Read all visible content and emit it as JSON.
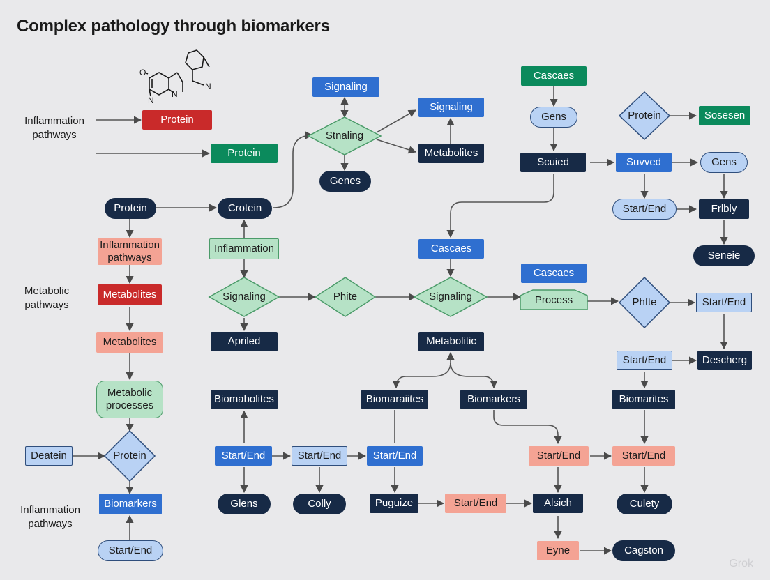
{
  "title": "Complex pathology through biomarkers",
  "watermark": "Grok",
  "side_labels": {
    "inflammation_top": "Inflammation\npathways",
    "metabolic": "Metabolic\npathways",
    "inflammation_bottom": "Inflammation\npathways"
  },
  "molecule_atoms": {
    "o": "O",
    "n1": "N",
    "n2": "N",
    "n3": "N"
  },
  "nodes": [
    {
      "id": "protein_red",
      "label": "Protein",
      "color": "red"
    },
    {
      "id": "protein_green",
      "label": "Protein",
      "color": "green"
    },
    {
      "id": "protein_pill",
      "label": "Protein",
      "color": "navy"
    },
    {
      "id": "crotein",
      "label": "Crotein",
      "color": "navy"
    },
    {
      "id": "signaling_top",
      "label": "Signaling",
      "color": "blue"
    },
    {
      "id": "stnaling",
      "label": "Stnaling",
      "color": "mint"
    },
    {
      "id": "genes_mid",
      "label": "Genes",
      "color": "navy"
    },
    {
      "id": "signaling_right",
      "label": "Signaling",
      "color": "blue"
    },
    {
      "id": "metabolites_top",
      "label": "Metabolites",
      "color": "navy"
    },
    {
      "id": "cascaes_green",
      "label": "Cascaes",
      "color": "green"
    },
    {
      "id": "gens_light",
      "label": "Gens",
      "color": "light"
    },
    {
      "id": "scuied",
      "label": "Scuied",
      "color": "navy"
    },
    {
      "id": "protein_diamond_tr",
      "label": "Protein",
      "color": "light"
    },
    {
      "id": "sosesen",
      "label": "Sosesen",
      "color": "green"
    },
    {
      "id": "suvved",
      "label": "Suvved",
      "color": "blue"
    },
    {
      "id": "gens_tr",
      "label": "Gens",
      "color": "light"
    },
    {
      "id": "start_end_tr",
      "label": "Start/End",
      "color": "light"
    },
    {
      "id": "frlbly",
      "label": "Frlbly",
      "color": "navy"
    },
    {
      "id": "seneie",
      "label": "Seneie",
      "color": "navy"
    },
    {
      "id": "inflammation_pathways_box",
      "label": "Inflammation\npathways",
      "color": "salmon"
    },
    {
      "id": "inflammation_mint",
      "label": "Inflammation",
      "color": "mint"
    },
    {
      "id": "cascaes_blue_mid",
      "label": "Cascaes",
      "color": "blue"
    },
    {
      "id": "cascaes_blue_right",
      "label": "Cascaes",
      "color": "blue"
    },
    {
      "id": "metabolites_red",
      "label": "Metabolites",
      "color": "red"
    },
    {
      "id": "signaling_diamond_1",
      "label": "Signaling",
      "color": "mint"
    },
    {
      "id": "phite_1",
      "label": "Phite",
      "color": "mint"
    },
    {
      "id": "signaling_diamond_2",
      "label": "Signaling",
      "color": "mint"
    },
    {
      "id": "process",
      "label": "Process",
      "color": "mint"
    },
    {
      "id": "phfte",
      "label": "Phfte",
      "color": "light"
    },
    {
      "id": "start_end_r1",
      "label": "Start/End",
      "color": "light"
    },
    {
      "id": "metabolites_salmon",
      "label": "Metabolites",
      "color": "salmon"
    },
    {
      "id": "apriled",
      "label": "Apriled",
      "color": "navy"
    },
    {
      "id": "metabolitic",
      "label": "Metabolitic",
      "color": "navy"
    },
    {
      "id": "start_end_r2",
      "label": "Start/End",
      "color": "light"
    },
    {
      "id": "descherg",
      "label": "Descherg",
      "color": "navy"
    },
    {
      "id": "metabolic_processes",
      "label": "Metabolic\nprocesses",
      "color": "mint"
    },
    {
      "id": "biomabolites",
      "label": "Biomabolites",
      "color": "navy"
    },
    {
      "id": "biomaraiites",
      "label": "Biomaraiites",
      "color": "navy"
    },
    {
      "id": "biomarkers_navy",
      "label": "Biomarkers",
      "color": "navy"
    },
    {
      "id": "biomarites",
      "label": "Biomarites",
      "color": "navy"
    },
    {
      "id": "deatein",
      "label": "Deatein",
      "color": "light"
    },
    {
      "id": "protein_diamond_bl",
      "label": "Protein",
      "color": "light"
    },
    {
      "id": "start_end_b1",
      "label": "Start/End",
      "color": "blue"
    },
    {
      "id": "start_end_b2",
      "label": "Start/End",
      "color": "light"
    },
    {
      "id": "start_end_b3",
      "label": "Start/End",
      "color": "blue"
    },
    {
      "id": "start_end_b4",
      "label": "Start/End",
      "color": "salmon"
    },
    {
      "id": "start_end_b5",
      "label": "Start/End",
      "color": "salmon"
    },
    {
      "id": "biomarkers_blue",
      "label": "Biomarkers",
      "color": "blue"
    },
    {
      "id": "glens",
      "label": "Glens",
      "color": "navy"
    },
    {
      "id": "colly",
      "label": "Colly",
      "color": "navy"
    },
    {
      "id": "puguize",
      "label": "Puguize",
      "color": "navy"
    },
    {
      "id": "start_end_b6",
      "label": "Start/End",
      "color": "salmon"
    },
    {
      "id": "alsich",
      "label": "Alsich",
      "color": "navy"
    },
    {
      "id": "culety",
      "label": "Culety",
      "color": "navy"
    },
    {
      "id": "start_end_bottom",
      "label": "Start/End",
      "color": "light"
    },
    {
      "id": "eyne",
      "label": "Eyne",
      "color": "salmon"
    },
    {
      "id": "cagston",
      "label": "Cagston",
      "color": "navy"
    }
  ]
}
